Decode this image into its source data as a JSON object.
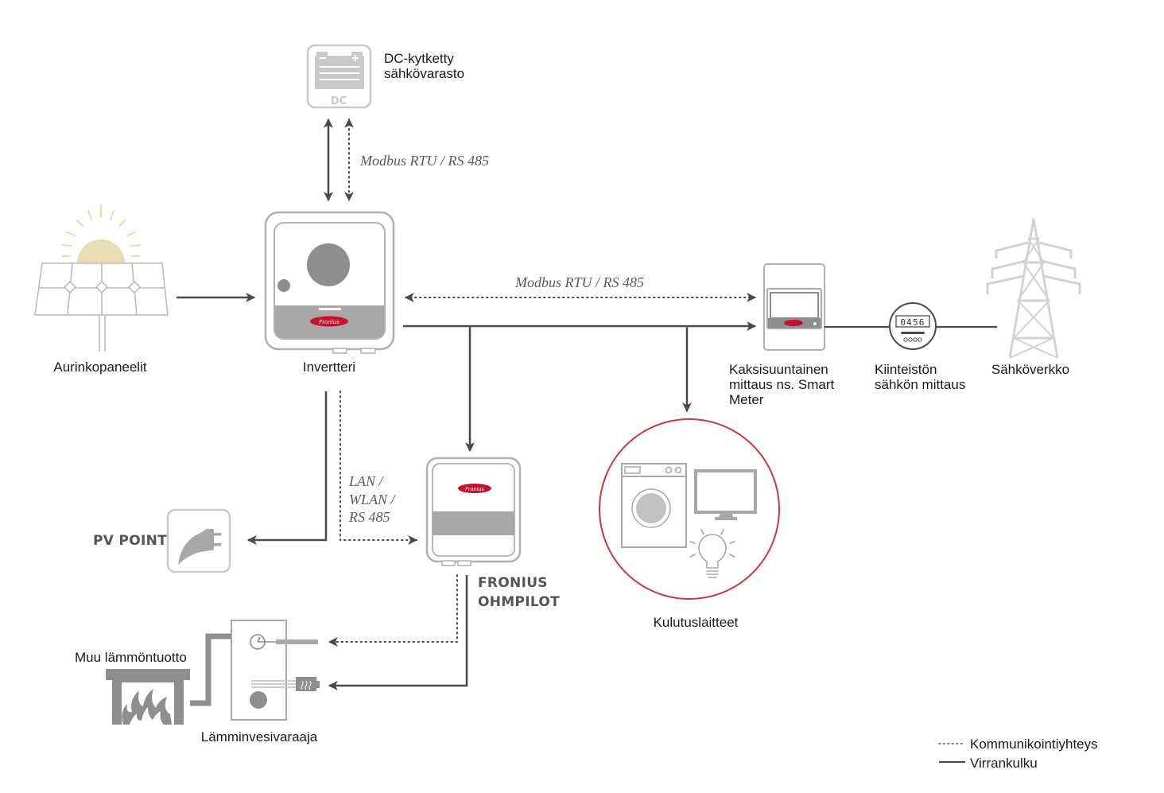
{
  "components": {
    "battery": {
      "label_line1": "DC-kytketty",
      "label_line2": "sähkövarasto",
      "badge": "DC"
    },
    "solar": {
      "label": "Aurinkopaneelit"
    },
    "inverter": {
      "label": "Invertteri",
      "brand": "Fronius"
    },
    "smart_meter": {
      "label_line1": "Kaksisuuntainen",
      "label_line2": "mittaus ns. Smart",
      "label_line3": "Meter",
      "brand": "Fronius"
    },
    "property_meter": {
      "label_line1": "Kiinteistön",
      "label_line2": "sähkön mittaus",
      "reading": "0456"
    },
    "grid": {
      "label": "Sähköverkko"
    },
    "pv_point": {
      "label": "PV POINT"
    },
    "ohmpilot": {
      "label_line1": "FRONIUS",
      "label_line2": "OHMPILOT",
      "brand": "Fronius"
    },
    "consumers": {
      "label": "Kulutuslaitteet"
    },
    "heat_source": {
      "label": "Muu lämmöntuotto"
    },
    "water_heater": {
      "label": "Lämminvesivaraaja"
    }
  },
  "connections": {
    "battery_comm": "Modbus RTU / RS 485",
    "meter_comm": "Modbus RTU / RS 485",
    "ohmpilot_comm_line1": "LAN /",
    "ohmpilot_comm_line2": "WLAN /",
    "ohmpilot_comm_line3": "RS 485"
  },
  "legend": {
    "communication": "Kommunikointiyhteys",
    "power_flow": "Virrankulku"
  },
  "colors": {
    "line": "#4a4a4a",
    "icon_gray": "#a8a8a9",
    "icon_light": "#c9c9c9",
    "sun": "#e8dcb5",
    "accent_red": "#c8102e"
  }
}
